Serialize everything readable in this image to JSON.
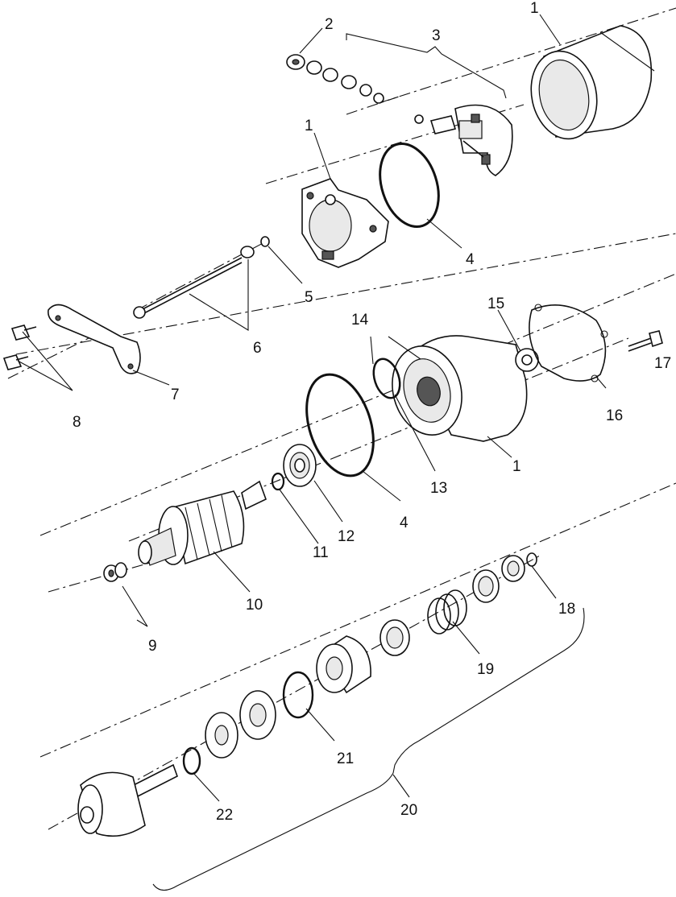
{
  "callouts": {
    "c1_top": "1",
    "c2": "2",
    "c3": "3",
    "c1_cover": "1",
    "c4_upper": "4",
    "c5": "5",
    "c6": "6",
    "c7": "7",
    "c8": "8",
    "c14": "14",
    "c15": "15",
    "c16": "16",
    "c17": "17",
    "c13": "13",
    "c1_housing": "1",
    "c4_lower": "4",
    "c12": "12",
    "c11": "11",
    "c10": "10",
    "c9": "9",
    "c18": "18",
    "c19": "19",
    "c21": "21",
    "c22": "22",
    "c20": "20"
  }
}
